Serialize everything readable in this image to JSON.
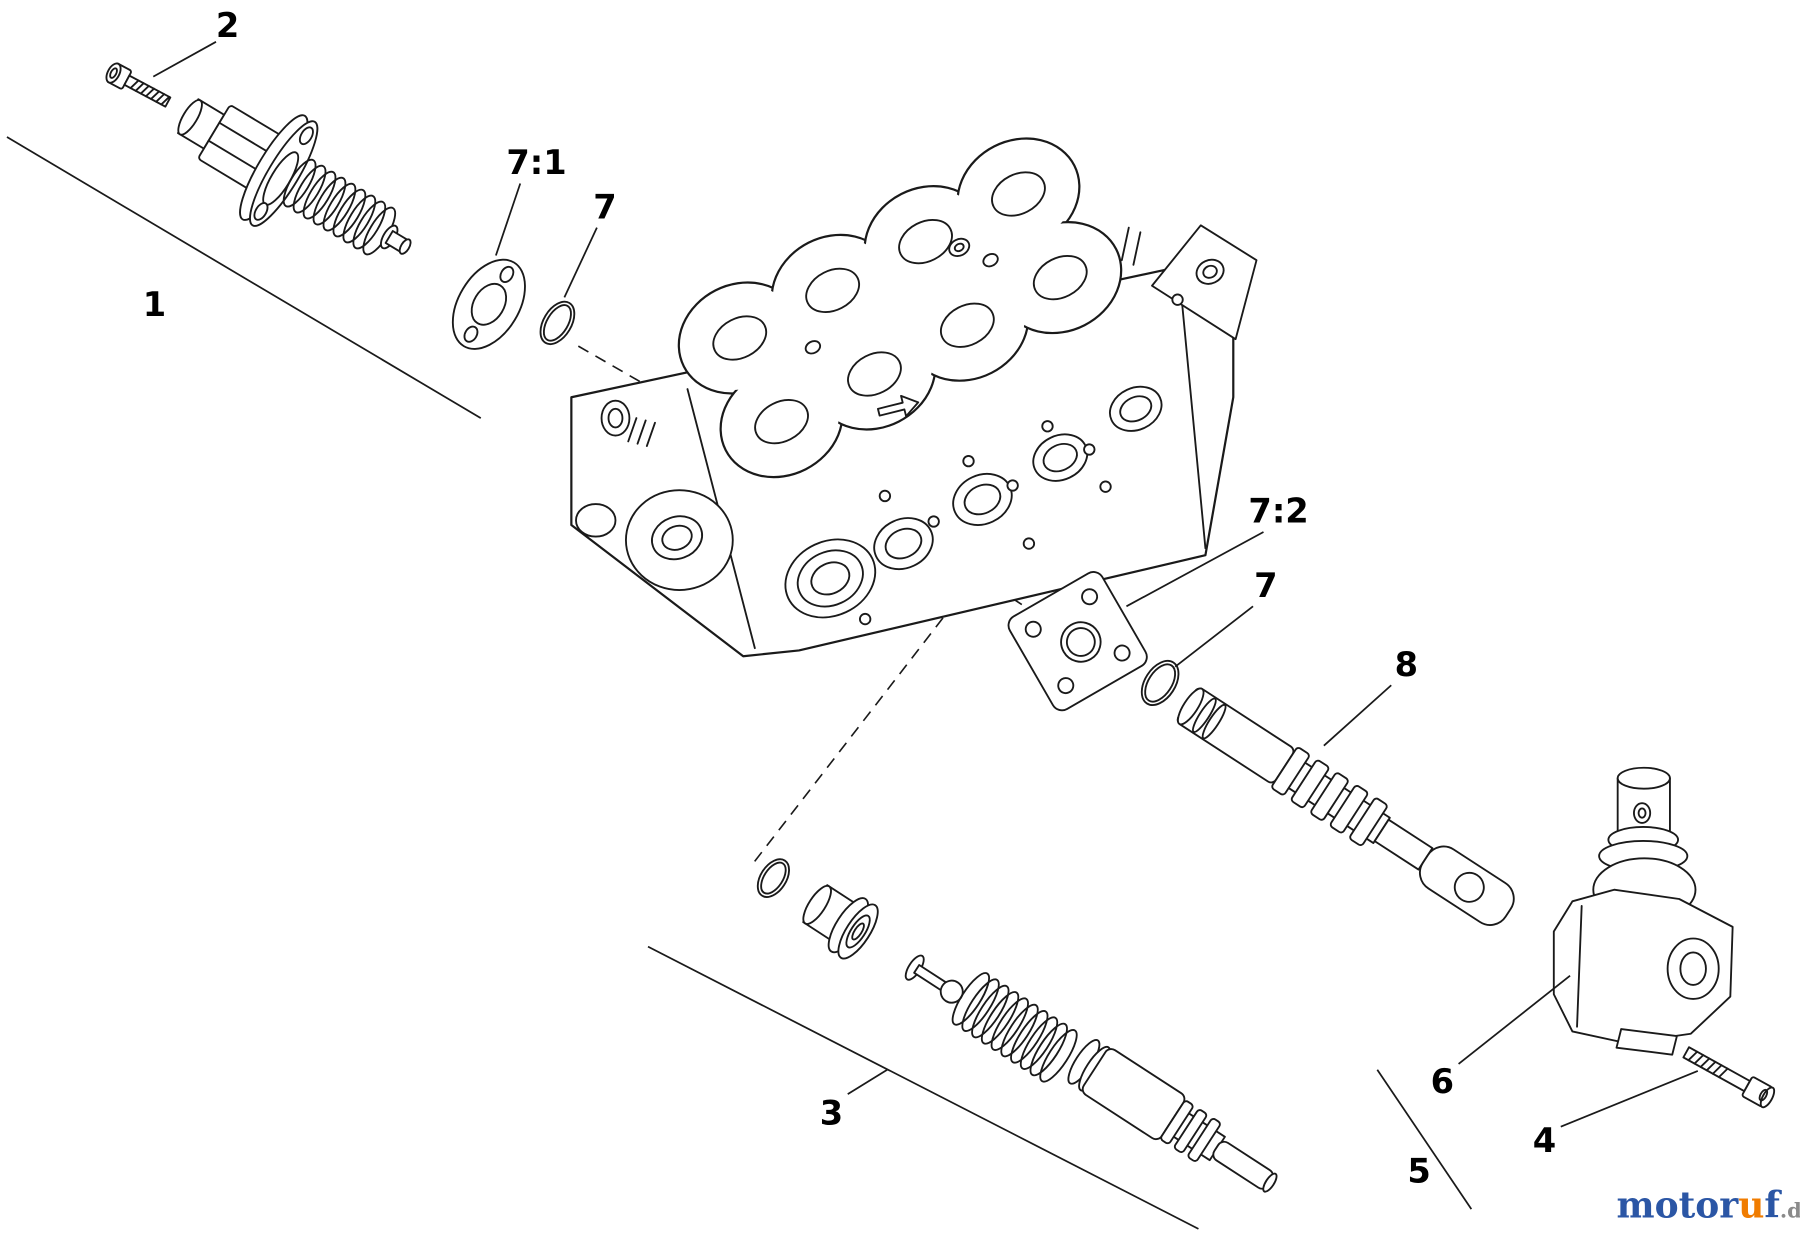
{
  "page": {
    "background": "#ffffff",
    "line_color": "#1a1a1a"
  },
  "callouts": {
    "bolt": "2",
    "relief_valve_group": "1",
    "gasket": "7:1",
    "oring_left": "7",
    "port_flange": "7:2",
    "oring_right": "7",
    "spool": "8",
    "spool_group": "3",
    "control_valve": "6",
    "control_valve_group": "5",
    "valve_bolt": "4"
  },
  "watermark": {
    "prefix": "motor",
    "accent": "u",
    "suffix": "f",
    "tld": ".de",
    "colors": {
      "brand": "#2b56a5",
      "accent": "#f07c00",
      "tld": "#8a8a8a"
    }
  }
}
